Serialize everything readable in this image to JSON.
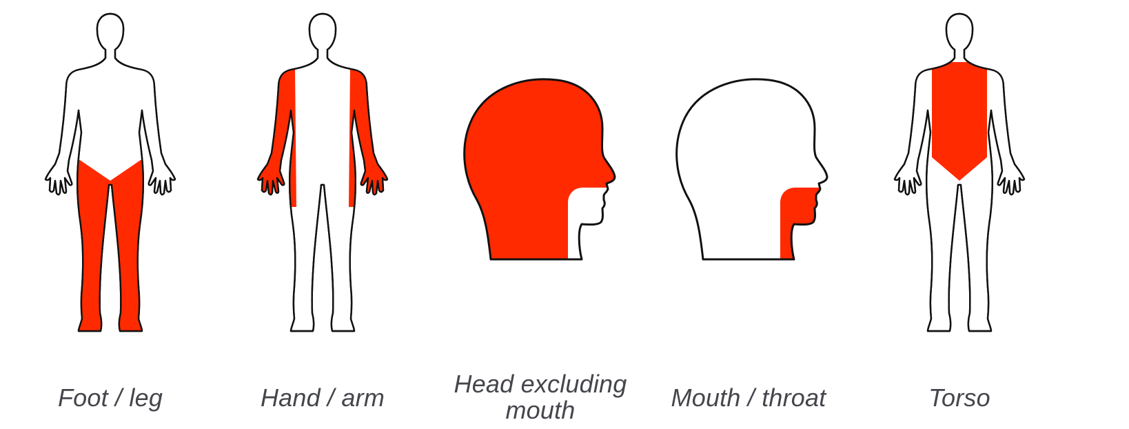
{
  "highlight_color": "#ff2a00",
  "outline_color": "#111111",
  "caption_color": "#45464c",
  "panels": [
    {
      "caption": "Foot / leg",
      "icon": "body-front-figure",
      "highlighted_region": "legs"
    },
    {
      "caption": "Hand / arm",
      "icon": "body-front-figure",
      "highlighted_region": "arms"
    },
    {
      "caption": "Head excluding mouth",
      "icon": "head-profile",
      "highlighted_region": "head"
    },
    {
      "caption": "Mouth / throat",
      "icon": "head-profile",
      "highlighted_region": "mouth-throat"
    },
    {
      "caption": "Torso",
      "icon": "body-front-figure",
      "highlighted_region": "torso"
    }
  ]
}
